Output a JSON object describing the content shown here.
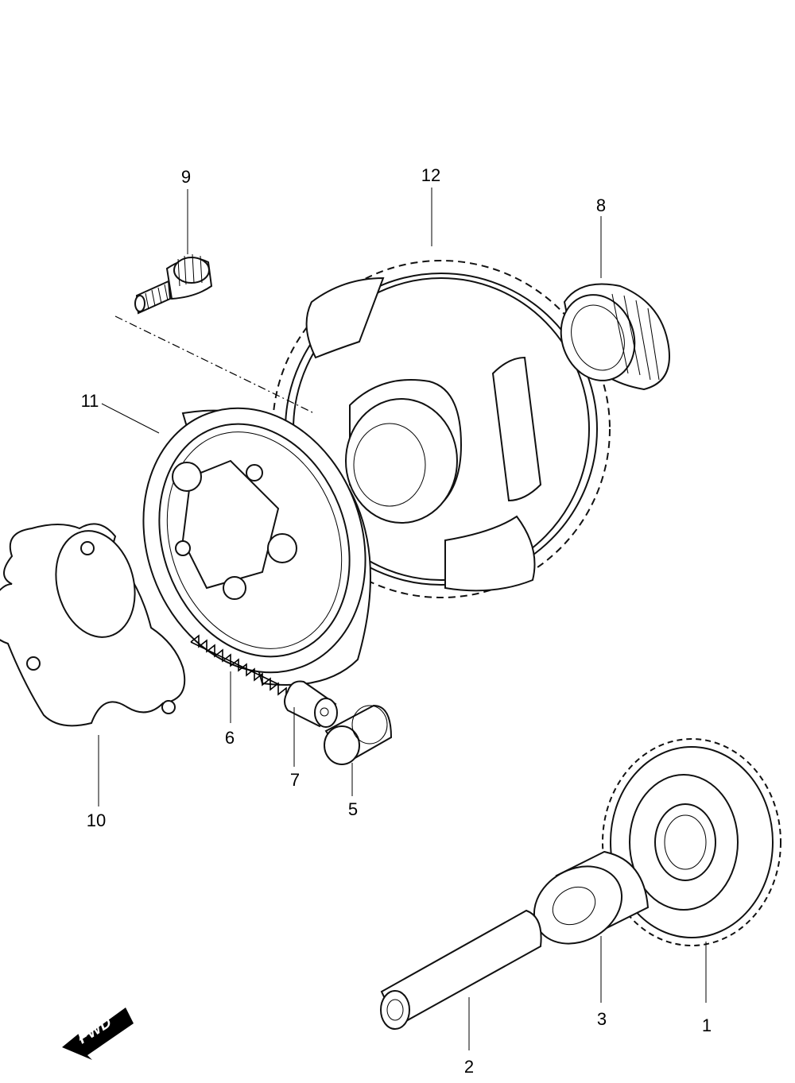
{
  "labels": {
    "p1": "1",
    "p2": "2",
    "p3": "3",
    "p5": "5",
    "p6": "6",
    "p7": "7",
    "p8": "8",
    "p9": "9",
    "p10": "10",
    "p11": "11",
    "p12": "12"
  },
  "direction_marker": "FWD"
}
